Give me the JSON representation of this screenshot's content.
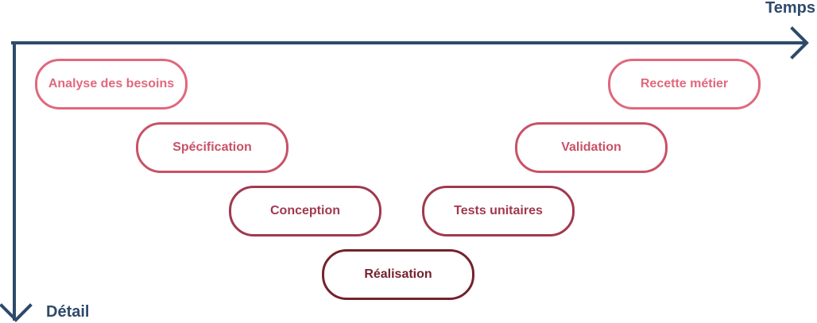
{
  "axes": {
    "horizontal_label": "Temps",
    "vertical_label": "Détail",
    "color": "#2e4a6b"
  },
  "steps": [
    {
      "label": "Analyse des besoins",
      "level": 0,
      "branch": "descending"
    },
    {
      "label": "Spécification",
      "level": 1,
      "branch": "descending"
    },
    {
      "label": "Conception",
      "level": 2,
      "branch": "descending"
    },
    {
      "label": "Réalisation",
      "level": 3,
      "branch": "bottom"
    },
    {
      "label": "Tests unitaires",
      "level": 2,
      "branch": "ascending"
    },
    {
      "label": "Validation",
      "level": 1,
      "branch": "ascending"
    },
    {
      "label": "Recette métier",
      "level": 0,
      "branch": "ascending"
    }
  ],
  "colors": {
    "level0": "#e0687d",
    "level1": "#c85267",
    "level2": "#a0394f",
    "level3": "#74222f"
  }
}
